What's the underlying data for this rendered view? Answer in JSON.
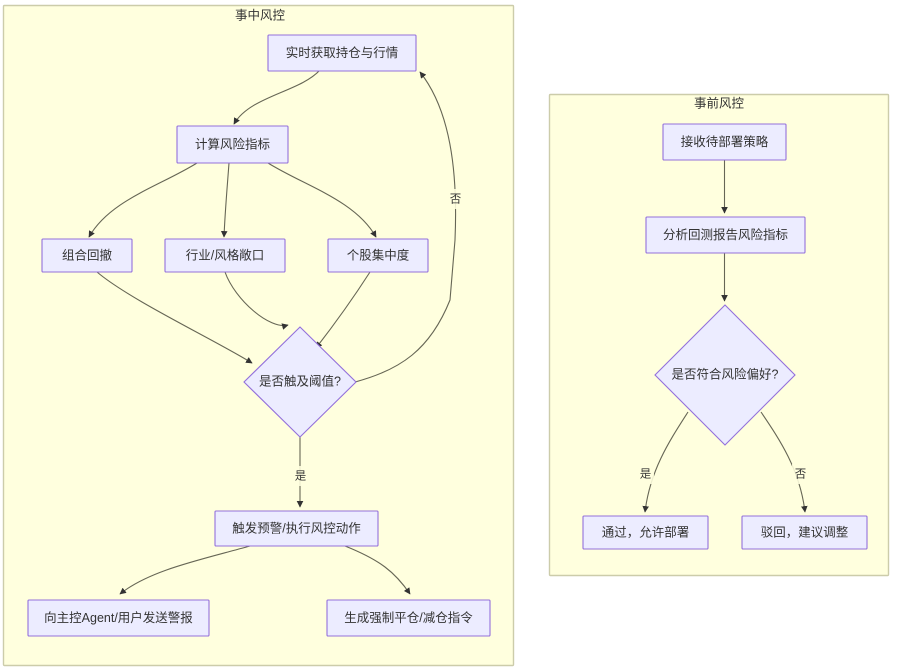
{
  "diagram": {
    "type": "flowchart",
    "background_color": "#ffffff",
    "subgraph_fill": "#ffffde",
    "subgraph_stroke": "#ccccaa",
    "node_fill": "#ececff",
    "node_stroke": "#9370db",
    "edge_color": "#666655",
    "text_color": "#333333"
  },
  "subgraphs": [
    {
      "id": "during",
      "title": "事中风控",
      "nodes": [
        {
          "id": "d1",
          "label": "实时获取持仓与行情",
          "shape": "rect"
        },
        {
          "id": "d2",
          "label": "计算风险指标",
          "shape": "rect"
        },
        {
          "id": "d3",
          "label": "组合回撤",
          "shape": "rect"
        },
        {
          "id": "d4",
          "label": "行业/风格敞口",
          "shape": "rect"
        },
        {
          "id": "d5",
          "label": "个股集中度",
          "shape": "rect"
        },
        {
          "id": "d6",
          "label": "是否触及阈值?",
          "shape": "diamond"
        },
        {
          "id": "d7",
          "label": "触发预警/执行风控动作",
          "shape": "rect"
        },
        {
          "id": "d8",
          "label": "向主控Agent/用户发送警报",
          "shape": "rect"
        },
        {
          "id": "d9",
          "label": "生成强制平仓/减仓指令",
          "shape": "rect"
        }
      ],
      "edges": [
        {
          "from": "d1",
          "to": "d2",
          "label": ""
        },
        {
          "from": "d2",
          "to": "d3",
          "label": ""
        },
        {
          "from": "d2",
          "to": "d4",
          "label": ""
        },
        {
          "from": "d2",
          "to": "d5",
          "label": ""
        },
        {
          "from": "d3",
          "to": "d6",
          "label": ""
        },
        {
          "from": "d4",
          "to": "d6",
          "label": ""
        },
        {
          "from": "d5",
          "to": "d6",
          "label": ""
        },
        {
          "from": "d6",
          "to": "d7",
          "label": "是"
        },
        {
          "from": "d6",
          "to": "d1",
          "label": "否"
        },
        {
          "from": "d7",
          "to": "d8",
          "label": ""
        },
        {
          "from": "d7",
          "to": "d9",
          "label": ""
        }
      ]
    },
    {
      "id": "before",
      "title": "事前风控",
      "nodes": [
        {
          "id": "b1",
          "label": "接收待部署策略",
          "shape": "rect"
        },
        {
          "id": "b2",
          "label": "分析回测报告风险指标",
          "shape": "rect"
        },
        {
          "id": "b3",
          "label": "是否符合风险偏好?",
          "shape": "diamond"
        },
        {
          "id": "b4",
          "label": "通过，允许部署",
          "shape": "rect"
        },
        {
          "id": "b5",
          "label": "驳回，建议调整",
          "shape": "rect"
        }
      ],
      "edges": [
        {
          "from": "b1",
          "to": "b2",
          "label": ""
        },
        {
          "from": "b2",
          "to": "b3",
          "label": ""
        },
        {
          "from": "b3",
          "to": "b4",
          "label": "是"
        },
        {
          "from": "b3",
          "to": "b5",
          "label": "否"
        }
      ]
    }
  ],
  "edge_labels": {
    "during_no": "否",
    "during_yes": "是",
    "before_yes": "是",
    "before_no": "否"
  }
}
